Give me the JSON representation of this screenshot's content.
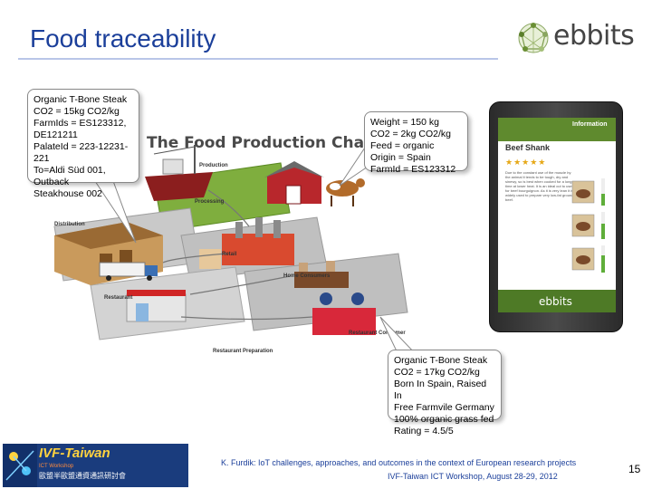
{
  "slide": {
    "title": "Food traceability",
    "page_number": "15"
  },
  "logo": {
    "text": "ebbits"
  },
  "diagram": {
    "title": "The Food Production Chain",
    "stages": [
      "Production",
      "Processing",
      "Distribution",
      "Retail",
      "Home Consumers",
      "Restaurant",
      "Restaurant Consumer",
      "Restaurant Preparation"
    ]
  },
  "callouts": {
    "steak_origin": "Organic T-Bone Steak\nCO2 = 15kg CO2/kg\nFarmIds = ES123312,\nDE121211\nPalateId = 223-12231-221\nTo=Aldi Süd 001, Outback\nSteakhouse 002",
    "beef_info": "Weight = 150 kg\nCO2 = 2kg CO2/kg\nFeed = organic\nOrigin = Spain\nFarmId = ES123312",
    "consumer_view": "Organic T-Bone Steak\nCO2 = 17kg CO2/kg\nBorn In Spain, Raised In\nFree Farmvile Germany\n100% organic grass fed\nRating = 4.5/5"
  },
  "phone": {
    "header_tab": "Information",
    "product_title": "Beef Shank",
    "stars": "★★★★★",
    "description": "Due to the constant use of the muscle by the animal it tends to be tough, dry and sinewy, so is best when cooked for a long time at lower heat. It is an ideal cut to use for beef bourguignon. As it is very lean it is widely used to prepare very low-fat ground beef.",
    "footer_logo": "ebbits"
  },
  "footer": {
    "banner_title": "IVF-Taiwan",
    "banner_subtitle": "ICT Workshop",
    "banner_cn": "歐盟半歐盟通資通訊研討會",
    "credit_author": "K. Furdik:",
    "credit_text": " IoT challenges, approaches, and outcomes in the context of European research projects",
    "event": "IVF-Taiwan ICT Workshop, August 28-29, 2012"
  },
  "colors": {
    "title_blue": "#1b3f9a",
    "phone_green": "#5f8a2e"
  }
}
